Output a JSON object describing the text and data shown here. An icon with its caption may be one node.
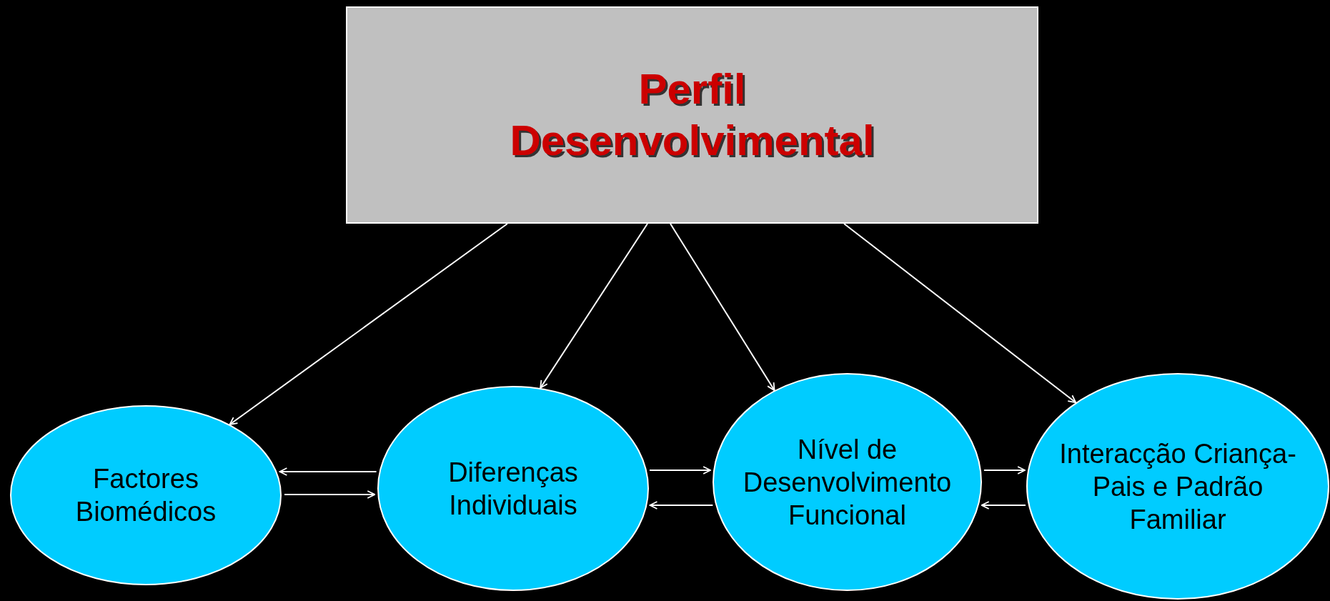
{
  "diagram": {
    "nodes": [
      {
        "text": [
          "Perfil Desenvolvimental"
        ]
      },
      {
        "text": [
          "Factores Biomédicos"
        ]
      },
      {
        "text": [
          "Diferenças Individuais"
        ]
      },
      {
        "text": [
          "Nível de Desenvolvimento Funcional"
        ]
      },
      {
        "text": [
          "Interacção Criança-Pais e Padrão Familiar"
        ]
      }
    ],
    "edges": [
      {
        "from": 0,
        "to": 1,
        "arrow": "to"
      },
      {
        "from": 0,
        "to": 2,
        "arrow": "to"
      },
      {
        "from": 0,
        "to": 3,
        "arrow": "to"
      },
      {
        "from": 0,
        "to": 4,
        "arrow": "to"
      },
      {
        "from": 2,
        "to": 1,
        "arrow": "to"
      },
      {
        "from": 1,
        "to": 2,
        "arrow": "to"
      },
      {
        "from": 2,
        "to": 3,
        "arrow": "to"
      },
      {
        "from": 3,
        "to": 2,
        "arrow": "to"
      },
      {
        "from": 3,
        "to": 4,
        "arrow": "to"
      },
      {
        "from": 4,
        "to": 3,
        "arrow": "to"
      }
    ]
  }
}
